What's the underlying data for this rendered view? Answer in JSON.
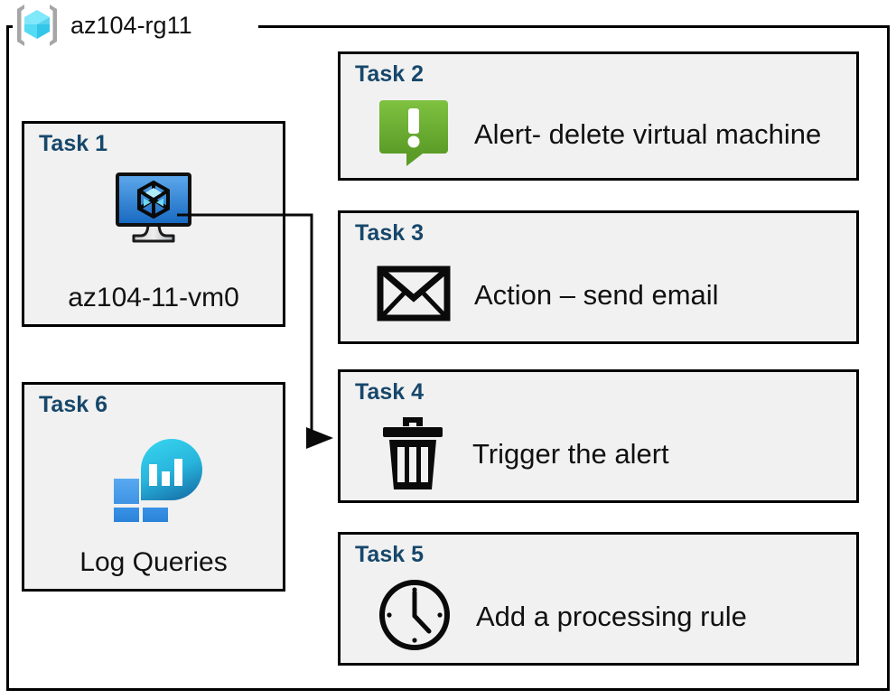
{
  "resource_group": {
    "name": "az104-rg11",
    "icon": "azure-resource-group-icon"
  },
  "colors": {
    "task_label": "#17476B",
    "box_fill": "#F1F1F1",
    "box_border": "#000000",
    "alert_green_light": "#7FC241",
    "alert_green_dark": "#5B9C27",
    "vm_blue_light": "#4F9FE8",
    "vm_blue_dark": "#1A6FC4",
    "log_square_blue": "#3C97E8",
    "log_teardrop_cyan": "#2ECDE8",
    "log_teardrop_teal": "#1B82B8"
  },
  "tasks": [
    {
      "id": "task-1",
      "label": "Task 1",
      "caption": "az104-11-vm0",
      "icon": "virtual-machine-icon",
      "column": "left"
    },
    {
      "id": "task-2",
      "label": "Task 2",
      "caption": "Alert- delete virtual machine",
      "icon": "alert-bubble-icon",
      "column": "right"
    },
    {
      "id": "task-3",
      "label": "Task 3",
      "caption": "Action – send email",
      "icon": "envelope-icon",
      "column": "right"
    },
    {
      "id": "task-4",
      "label": "Task 4",
      "caption": "Trigger the alert",
      "icon": "trash-icon",
      "column": "right"
    },
    {
      "id": "task-5",
      "label": "Task 5",
      "caption": "Add a processing rule",
      "icon": "clock-icon",
      "column": "right"
    },
    {
      "id": "task-6",
      "label": "Task 6",
      "caption": "Log Queries",
      "icon": "log-analytics-icon",
      "column": "left"
    }
  ],
  "connector": {
    "from": "task-1-vm-icon",
    "to": "task-4",
    "arrow": "arrowhead-right"
  }
}
